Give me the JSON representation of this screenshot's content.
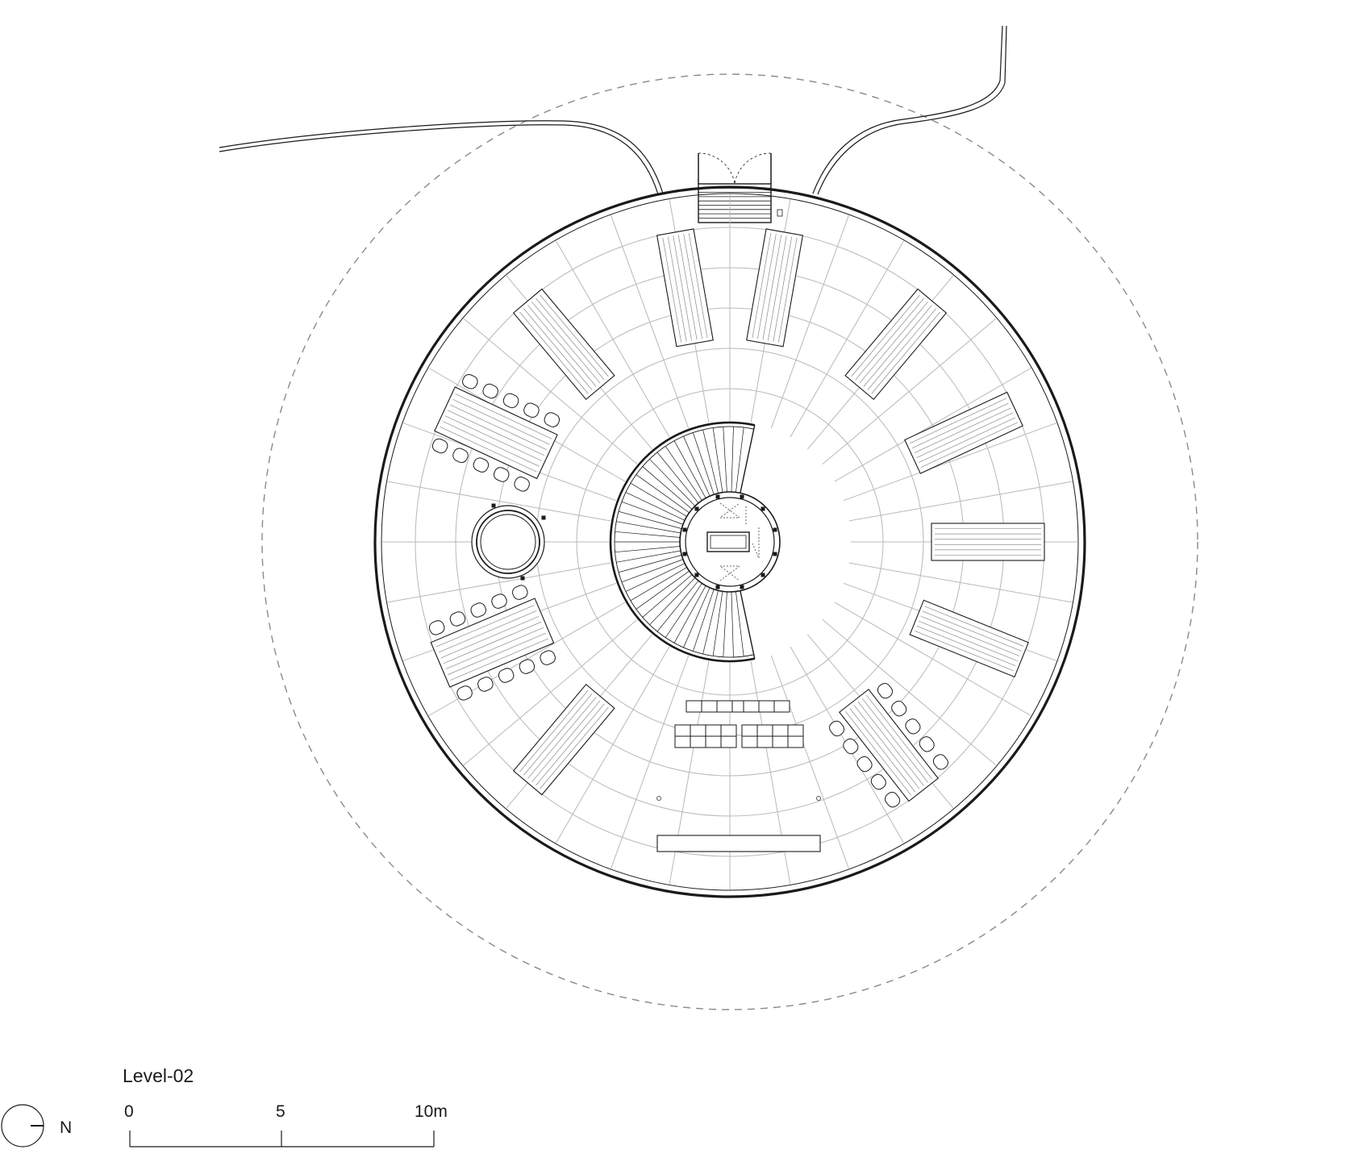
{
  "drawing": {
    "level_label": "Level-02",
    "north_label": "N",
    "scale_bar": {
      "ticks": [
        "0",
        "5",
        "10m"
      ]
    }
  },
  "plan": {
    "radial_divisions": 36,
    "ring_count": 6,
    "desks": [
      {
        "name": "desk",
        "angle_deg": -100
      },
      {
        "name": "desk",
        "angle_deg": -80
      },
      {
        "name": "desk",
        "angle_deg": -50
      },
      {
        "name": "desk",
        "angle_deg": -25
      },
      {
        "name": "desk",
        "angle_deg": 0
      },
      {
        "name": "desk",
        "angle_deg": 22
      },
      {
        "name": "desk",
        "angle_deg": 52
      },
      {
        "name": "desk",
        "angle_deg": 130
      },
      {
        "name": "desk",
        "angle_deg": -130
      }
    ],
    "meeting_tables": [
      {
        "name": "meeting-table",
        "angle_deg": -155,
        "chairs_per_side": 5
      },
      {
        "name": "meeting-table",
        "angle_deg": 157,
        "chairs_per_side": 5
      }
    ]
  },
  "colors": {
    "ink": "#1a1a1a",
    "grid": "#b8b8b8",
    "dashed": "#8a8a8a"
  }
}
